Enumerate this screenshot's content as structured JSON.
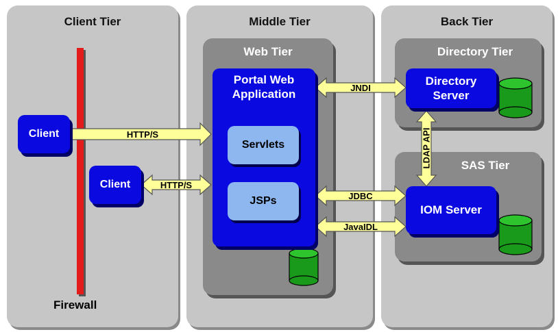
{
  "tiers": {
    "client": {
      "title": "Client Tier"
    },
    "middle": {
      "title": "Middle Tier"
    },
    "back": {
      "title": "Back Tier"
    }
  },
  "subtiers": {
    "web": {
      "title": "Web Tier"
    },
    "directory": {
      "title": "Directory Tier"
    },
    "sas": {
      "title": "SAS Tier"
    }
  },
  "nodes": {
    "client1": "Client",
    "client2": "Client",
    "portal_line1": "Portal Web",
    "portal_line2": "Application",
    "servlets": "Servlets",
    "jsps": "JSPs",
    "directory_line1": "Directory",
    "directory_line2": "Server",
    "iom": "IOM Server",
    "firewall": "Firewall"
  },
  "connections": {
    "http1": "HTTP/S",
    "http2": "HTTP/S",
    "jndi": "JNDI",
    "jdbc": "JDBC",
    "javaidl": "JavaIDL",
    "ldap": "LDAP API"
  },
  "colors": {
    "node_blue": "#0a0ae0",
    "component_lightblue": "#8eb7f0",
    "arrow_yellow": "#ffff99",
    "firewall_red": "#e31b1b",
    "database_green": "#1a9a1a"
  }
}
